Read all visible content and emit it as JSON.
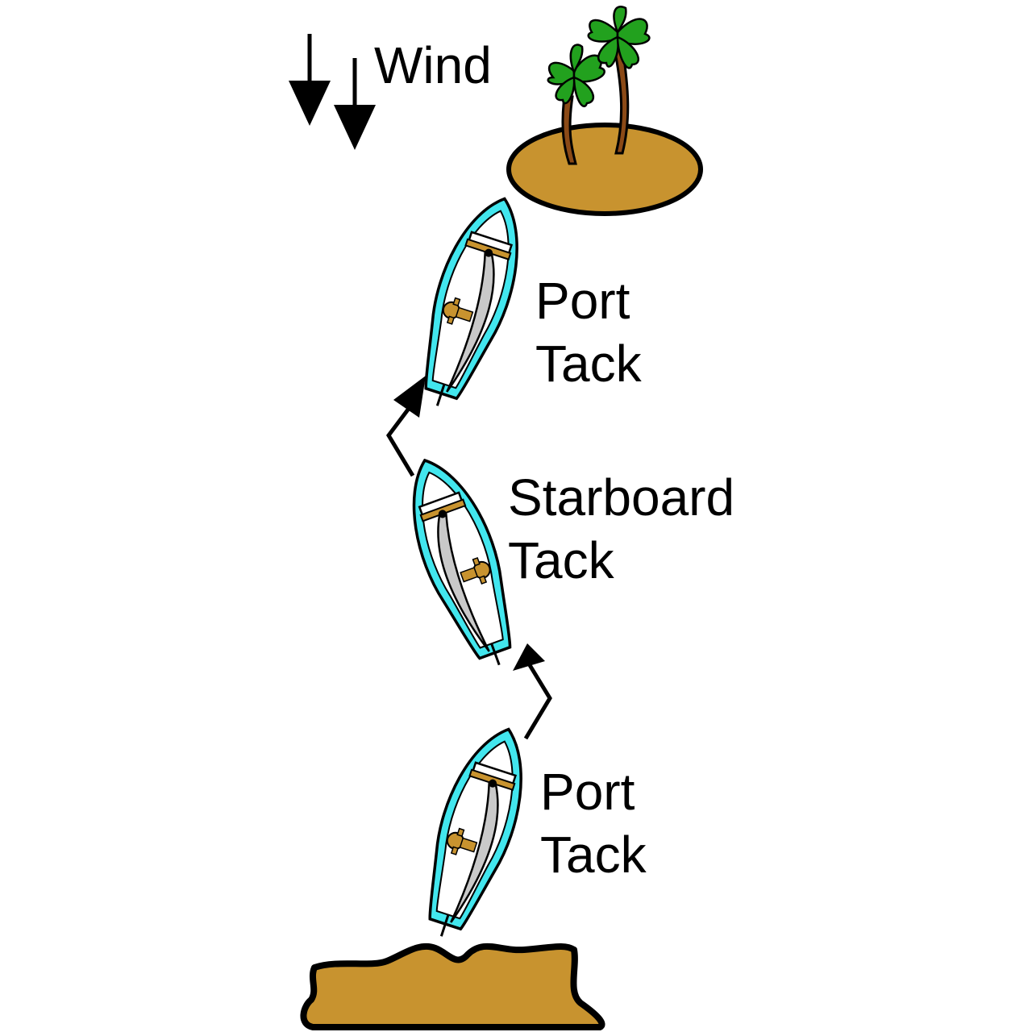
{
  "wind": {
    "label": "Wind"
  },
  "boats": [
    {
      "line1": "Port",
      "line2": "Tack"
    },
    {
      "line1": "Starboard",
      "line2": "Tack"
    },
    {
      "line1": "Port",
      "line2": "Tack"
    }
  ],
  "colors": {
    "hull": "#42e6ee",
    "deck": "#ffffff",
    "sail": "#c9c9c9",
    "sand": "#c8932f",
    "palm_trunk": "#8b4a17",
    "palm_leaf": "#22a11e",
    "outline": "#000000"
  },
  "icons": [
    "wind-arrow-icon",
    "island-icon",
    "palm-tree-icon",
    "sailboat-icon",
    "course-arrow-icon",
    "shore-icon"
  ]
}
